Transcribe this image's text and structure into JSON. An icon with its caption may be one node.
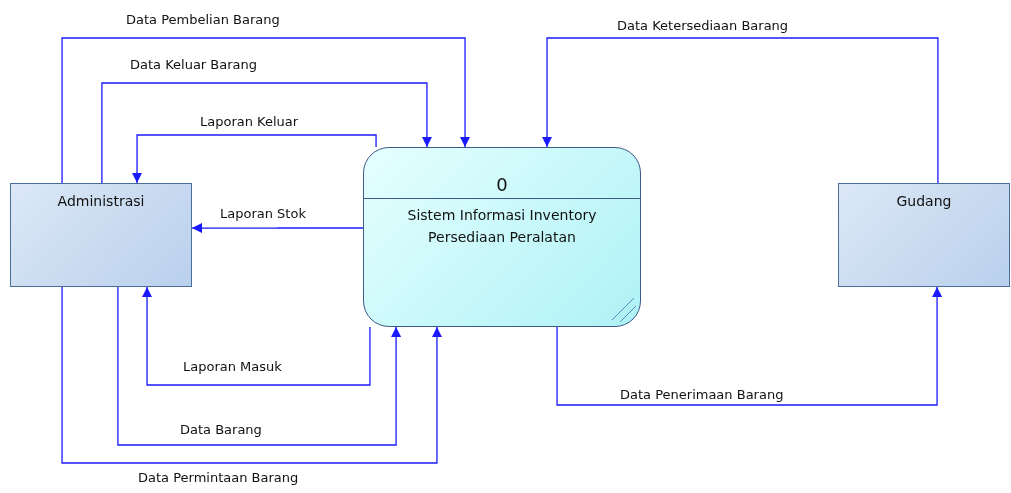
{
  "diagram": {
    "nodes": [
      {
        "text": [
          "Administrasi"
        ]
      },
      {
        "text": [
          "0",
          "Sistem Informasi Inventory Persediaan Peralatan"
        ]
      },
      {
        "text": [
          "Gudang"
        ]
      }
    ],
    "edges": [
      {
        "from": 0,
        "to": 1,
        "arrow": "to",
        "label": "Data Pembelian Barang"
      },
      {
        "from": 0,
        "to": 1,
        "arrow": "to",
        "label": "Data Keluar Barang"
      },
      {
        "from": 1,
        "to": 0,
        "arrow": "to",
        "label": "Laporan Keluar"
      },
      {
        "from": 1,
        "to": 0,
        "arrow": "to",
        "label": "Laporan Stok"
      },
      {
        "from": 1,
        "to": 0,
        "arrow": "to",
        "label": "Laporan Masuk"
      },
      {
        "from": 0,
        "to": 1,
        "arrow": "to",
        "label": "Data Barang"
      },
      {
        "from": 0,
        "to": 1,
        "arrow": "to",
        "label": "Data Permintaan Barang"
      },
      {
        "from": 2,
        "to": 1,
        "arrow": "to",
        "label": "Data Ketersediaan Barang"
      },
      {
        "from": 1,
        "to": 2,
        "arrow": "to",
        "label": "Data Penerimaan Barang"
      }
    ]
  }
}
